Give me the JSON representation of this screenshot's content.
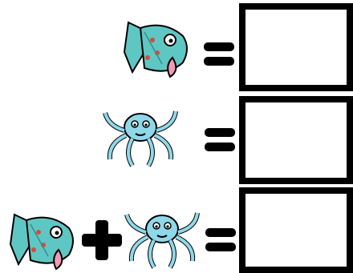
{
  "puzzle": {
    "rows": [
      {
        "items": [
          "fish-icon"
        ],
        "operator": "equals",
        "answer": ""
      },
      {
        "items": [
          "octopus-icon"
        ],
        "operator": "equals",
        "answer": ""
      },
      {
        "items": [
          "fish-icon",
          "plus",
          "octopus-icon"
        ],
        "operator": "equals",
        "answer": ""
      }
    ]
  },
  "colors": {
    "fish_body": "#5fc7c3",
    "fish_stripe": "#d64a3b",
    "fish_mouth": "#f29ab4",
    "octopus_body": "#8fd8ea",
    "outline": "#000000",
    "answer_box_border": "#000000"
  }
}
